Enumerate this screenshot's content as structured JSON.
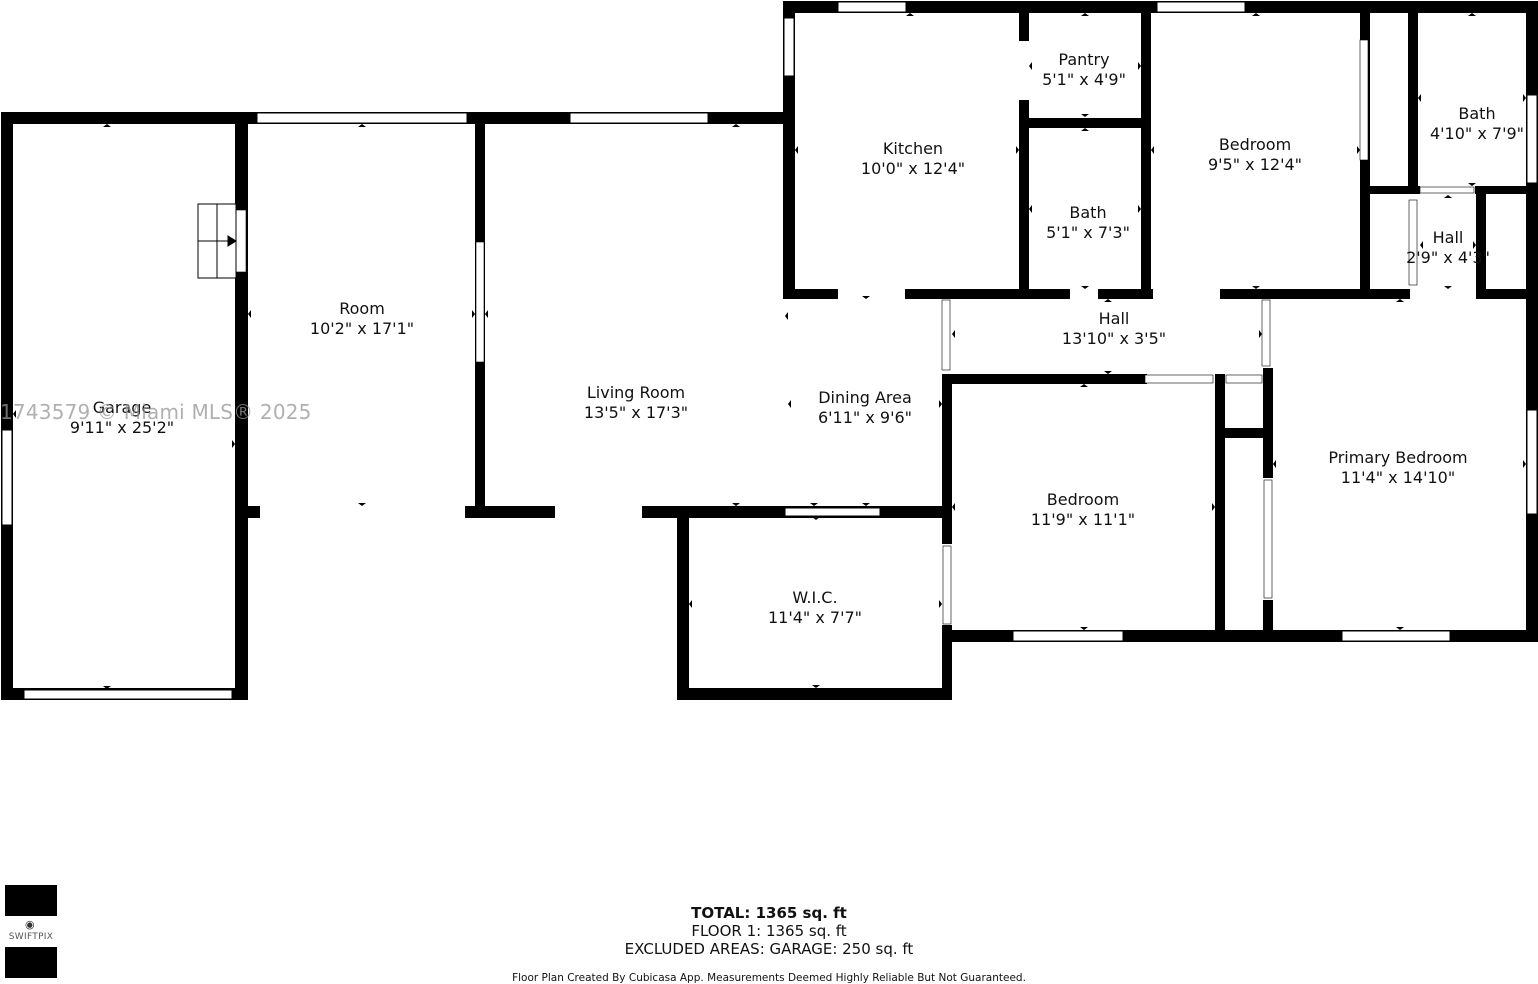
{
  "rooms": [
    {
      "key": "garage",
      "name": "Garage",
      "dim": "9'11\" x 25'2\""
    },
    {
      "key": "room",
      "name": "Room",
      "dim": "10'2\" x 17'1\""
    },
    {
      "key": "living",
      "name": "Living Room",
      "dim": "13'5\" x 17'3\""
    },
    {
      "key": "dining",
      "name": "Dining Area",
      "dim": "6'11\" x 9'6\""
    },
    {
      "key": "kitchen",
      "name": "Kitchen",
      "dim": "10'0\" x 12'4\""
    },
    {
      "key": "pantry",
      "name": "Pantry",
      "dim": "5'1\" x 4'9\""
    },
    {
      "key": "bath1",
      "name": "Bath",
      "dim": "5'1\" x 7'3\""
    },
    {
      "key": "bedroom1",
      "name": "Bedroom",
      "dim": "9'5\" x 12'4\""
    },
    {
      "key": "bath2",
      "name": "Bath",
      "dim": "4'10\" x 7'9\""
    },
    {
      "key": "hall2",
      "name": "Hall",
      "dim": "2'9\" x 4'3\""
    },
    {
      "key": "hall1",
      "name": "Hall",
      "dim": "13'10\" x 3'5\""
    },
    {
      "key": "bedroom2",
      "name": "Bedroom",
      "dim": "11'9\" x 11'1\""
    },
    {
      "key": "primary",
      "name": "Primary Bedroom",
      "dim": "11'4\" x 14'10\""
    },
    {
      "key": "wic",
      "name": "W.I.C.",
      "dim": "11'4\" x 7'7\""
    }
  ],
  "watermark": "1743579 © Miami MLS® 2025",
  "summary": {
    "total": "TOTAL: 1365 sq. ft",
    "floor1": "FLOOR 1: 1365 sq. ft",
    "excluded": "EXCLUDED AREAS: GARAGE: 250 sq. ft"
  },
  "disclaimer": "Floor Plan Created By Cubicasa App. Measurements Deemed Highly Reliable But Not Guaranteed.",
  "logo": {
    "brand": "SWIFTPIX",
    "icon": "camera-icon"
  },
  "colors": {
    "wall": "#000000",
    "window": "#ffffff",
    "background": "#ffffff"
  }
}
